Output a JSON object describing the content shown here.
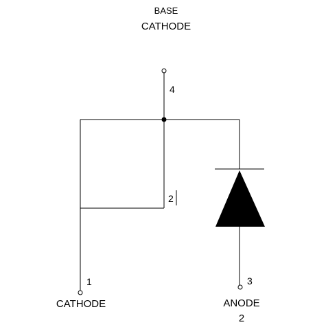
{
  "header": {
    "line1": "BASE",
    "line2": "CATHODE"
  },
  "pins": {
    "pin4": {
      "number": "4"
    },
    "pin2": {
      "number": "2"
    },
    "pin1": {
      "number": "1",
      "name": "CATHODE"
    },
    "pin3": {
      "number": "3",
      "name": "ANODE",
      "sub": "2"
    }
  },
  "colors": {
    "line": "#000000",
    "background": "#ffffff"
  },
  "symbols": {
    "diode": "diode-icon"
  }
}
